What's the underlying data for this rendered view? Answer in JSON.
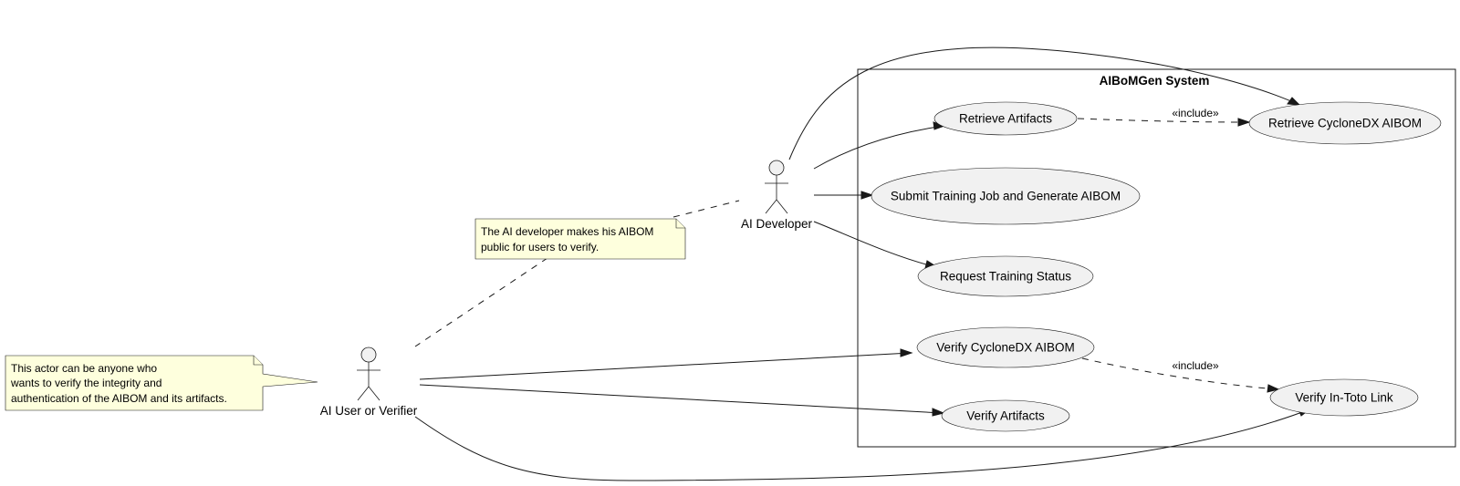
{
  "system": {
    "title": "AIBoMGen System"
  },
  "actors": {
    "developer": {
      "label": "AI Developer"
    },
    "verifier": {
      "label": "AI User or Verifier"
    }
  },
  "usecases": {
    "retrieve_artifacts": "Retrieve Artifacts",
    "retrieve_cyclonedx": "Retrieve CycloneDX AIBOM",
    "submit_training": "Submit Training Job and Generate AIBOM",
    "request_status": "Request Training Status",
    "verify_cyclonedx": "Verify CycloneDX AIBOM",
    "verify_intoto": "Verify In-Toto Link",
    "verify_artifacts": "Verify Artifacts"
  },
  "relations": {
    "include_1": "«include»",
    "include_2": "«include»"
  },
  "notes": {
    "developer_note": {
      "line1": "The AI developer makes his AIBOM",
      "line2": "public for users to verify."
    },
    "verifier_note": {
      "line1": "This actor can be anyone who",
      "line2": "wants to verify the integrity and",
      "line3": "authentication of the AIBOM and its artifacts."
    }
  },
  "colors": {
    "usecase_fill": "#F1F1F1",
    "note_fill": "#FEFFDD",
    "line": "#181818"
  }
}
